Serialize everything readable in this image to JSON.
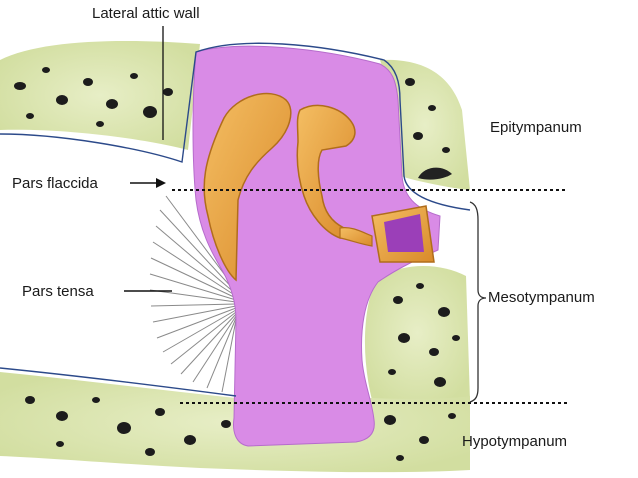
{
  "labels": {
    "lateral_attic_wall": "Lateral attic wall",
    "pars_flaccida": "Pars flaccida",
    "pars_tensa": "Pars tensa",
    "epitympanum": "Epitympanum",
    "mesotympanum": "Mesotympanum",
    "hypotympanum": "Hypotympanum"
  },
  "colors": {
    "cavity": "#d98be6",
    "bone": "#dfe8b6",
    "bone_spots": "#1c1c1c",
    "ossicles": "#e9a344",
    "ossicle_outline": "#b06d1c",
    "membrane_lines": "#8a8a8a",
    "outline": "#2c4a8a"
  }
}
